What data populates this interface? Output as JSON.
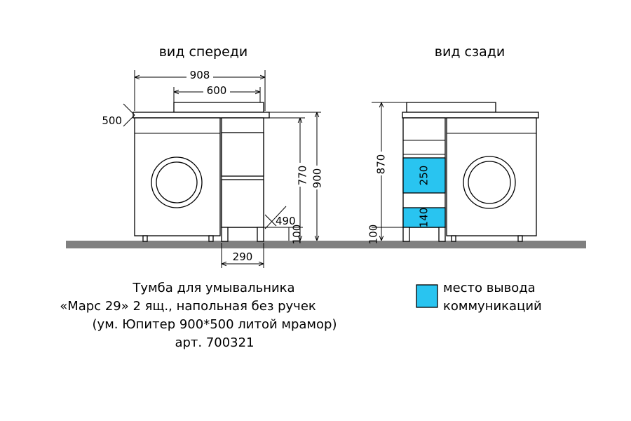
{
  "views": {
    "front_title": "вид спереди",
    "back_title": "вид сзади"
  },
  "dimensions": {
    "width_total": "908",
    "width_basin": "600",
    "depth": "500",
    "height_770": "770",
    "height_900": "900",
    "depth_490": "490",
    "leg_height_front": "100",
    "module_width": "290",
    "height_870": "870",
    "zone_upper": "250",
    "zone_lower": "140",
    "leg_height_back": "100"
  },
  "caption": {
    "line1": "Тумба для умывальника",
    "line2": "«Марс 29» 2 ящ., напольная без ручек",
    "line3": "(ум. Юпитер 900*500 литой мрамор)",
    "line4": "арт. 700321"
  },
  "legend": {
    "line1": "место вывода",
    "line2": "коммуникаций"
  },
  "colors": {
    "floor": "#808080",
    "communication_zone": "#29c4f0",
    "outline": "#000000"
  }
}
